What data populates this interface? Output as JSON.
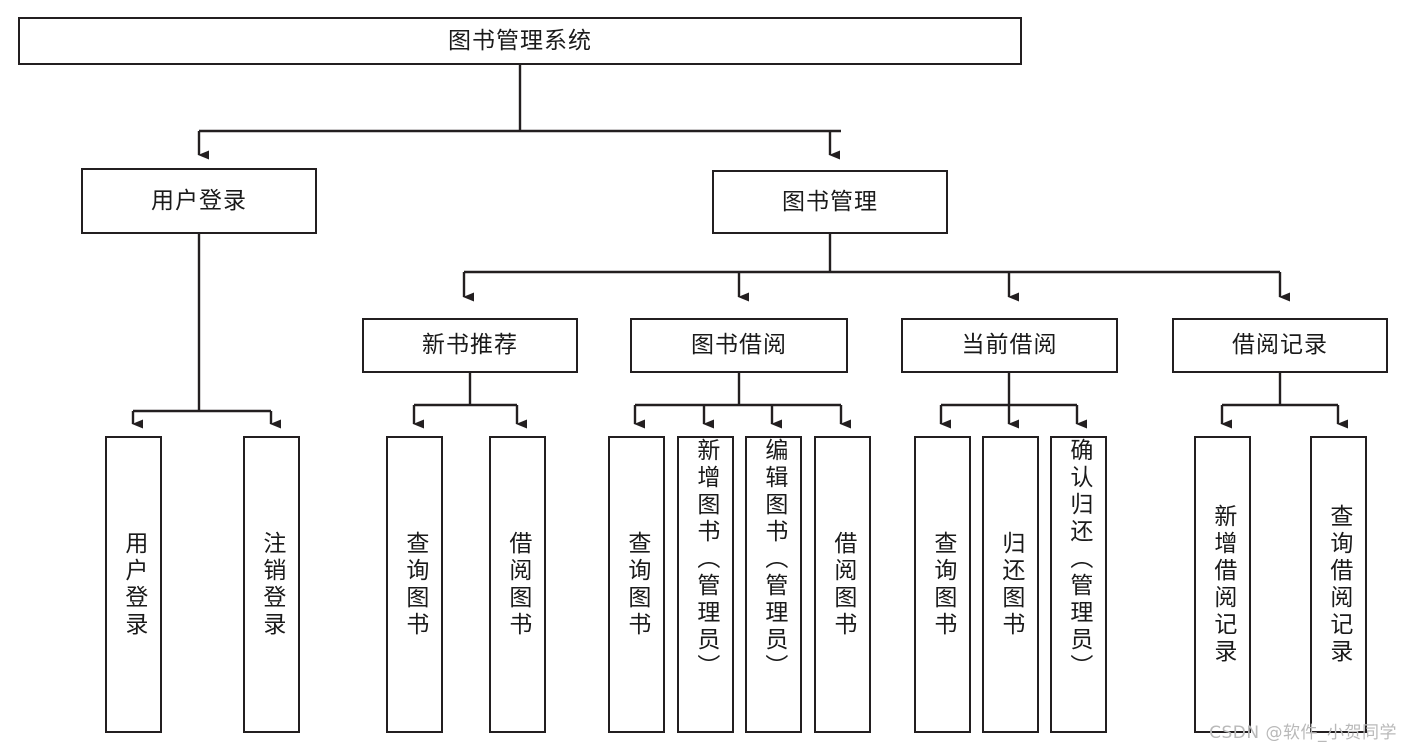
{
  "diagram": {
    "type": "tree",
    "title": "图书管理系统",
    "watermark": "CSDN @软件_小贺同学",
    "colors": {
      "box_border": "#231f20",
      "box_fill": "#ffffff",
      "edge": "#231f20",
      "text": "#1a1a1a",
      "watermark": "#b9b9b9",
      "background": "#ffffff"
    },
    "levels": {
      "root": "图书管理系统",
      "level2": [
        "用户登录",
        "图书管理"
      ],
      "level3": [
        "新书推荐",
        "图书借阅",
        "当前借阅",
        "借阅记录"
      ],
      "level4_orientation": "vertical"
    },
    "nodes": {
      "root": {
        "label": "图书管理系统"
      },
      "l2": [
        {
          "label": "用户登录"
        },
        {
          "label": "图书管理"
        }
      ],
      "l3": [
        {
          "label": "新书推荐"
        },
        {
          "label": "图书借阅"
        },
        {
          "label": "当前借阅"
        },
        {
          "label": "借阅记录"
        }
      ],
      "leaves": [
        {
          "label": "用户登录",
          "parent": "用户登录"
        },
        {
          "label": "注销登录",
          "parent": "用户登录"
        },
        {
          "label": "查询图书",
          "parent": "新书推荐"
        },
        {
          "label": "借阅图书",
          "parent": "新书推荐"
        },
        {
          "label": "查询图书",
          "parent": "图书借阅"
        },
        {
          "label": "新增图书（管理员）",
          "parent": "图书借阅"
        },
        {
          "label": "编辑图书（管理员）",
          "parent": "图书借阅"
        },
        {
          "label": "借阅图书",
          "parent": "图书借阅"
        },
        {
          "label": "查询图书",
          "parent": "当前借阅"
        },
        {
          "label": "归还图书",
          "parent": "当前借阅"
        },
        {
          "label": "确认归还（管理员）",
          "parent": "当前借阅"
        },
        {
          "label": "新增借阅记录",
          "parent": "借阅记录"
        },
        {
          "label": "查询借阅记录",
          "parent": "借阅记录"
        }
      ]
    }
  }
}
